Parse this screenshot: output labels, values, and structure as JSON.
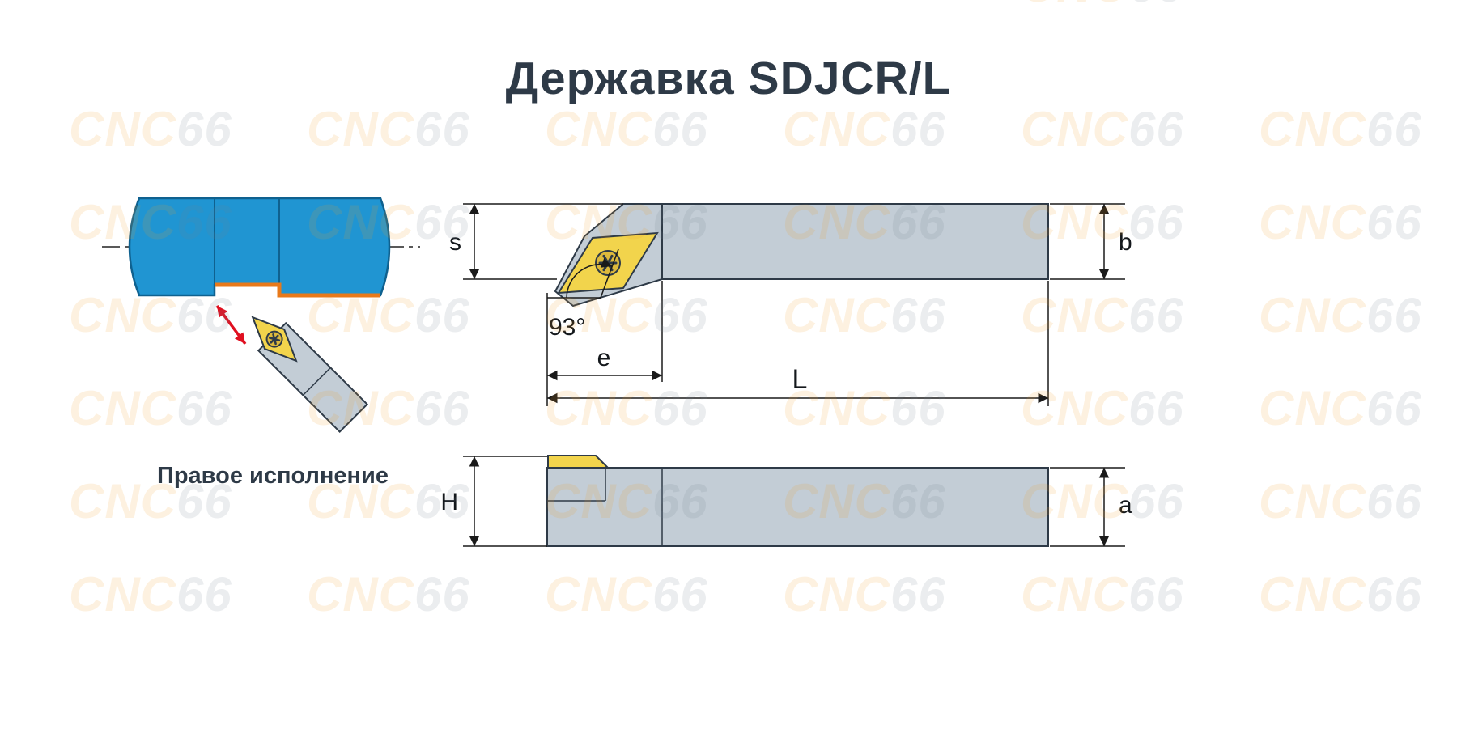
{
  "title": "Державка SDJCR/L",
  "caption": "Правое исполнение",
  "watermark": {
    "part1": "CNC",
    "part2": "66"
  },
  "dimensions": {
    "s": "s",
    "b": "b",
    "angle": "93°",
    "e": "e",
    "L": "L",
    "H": "H",
    "a": "a"
  },
  "colors": {
    "outline": "#2e3a47",
    "steel": "#c3cdd6",
    "insert": "#f2d44c",
    "screw": "#ddb93c",
    "workpiece": "#2095d2",
    "workpiece_edge": "#0f618f",
    "machined": "#e8791a",
    "feed_arrow": "#e01020",
    "dimension": "#1a1a1a"
  }
}
